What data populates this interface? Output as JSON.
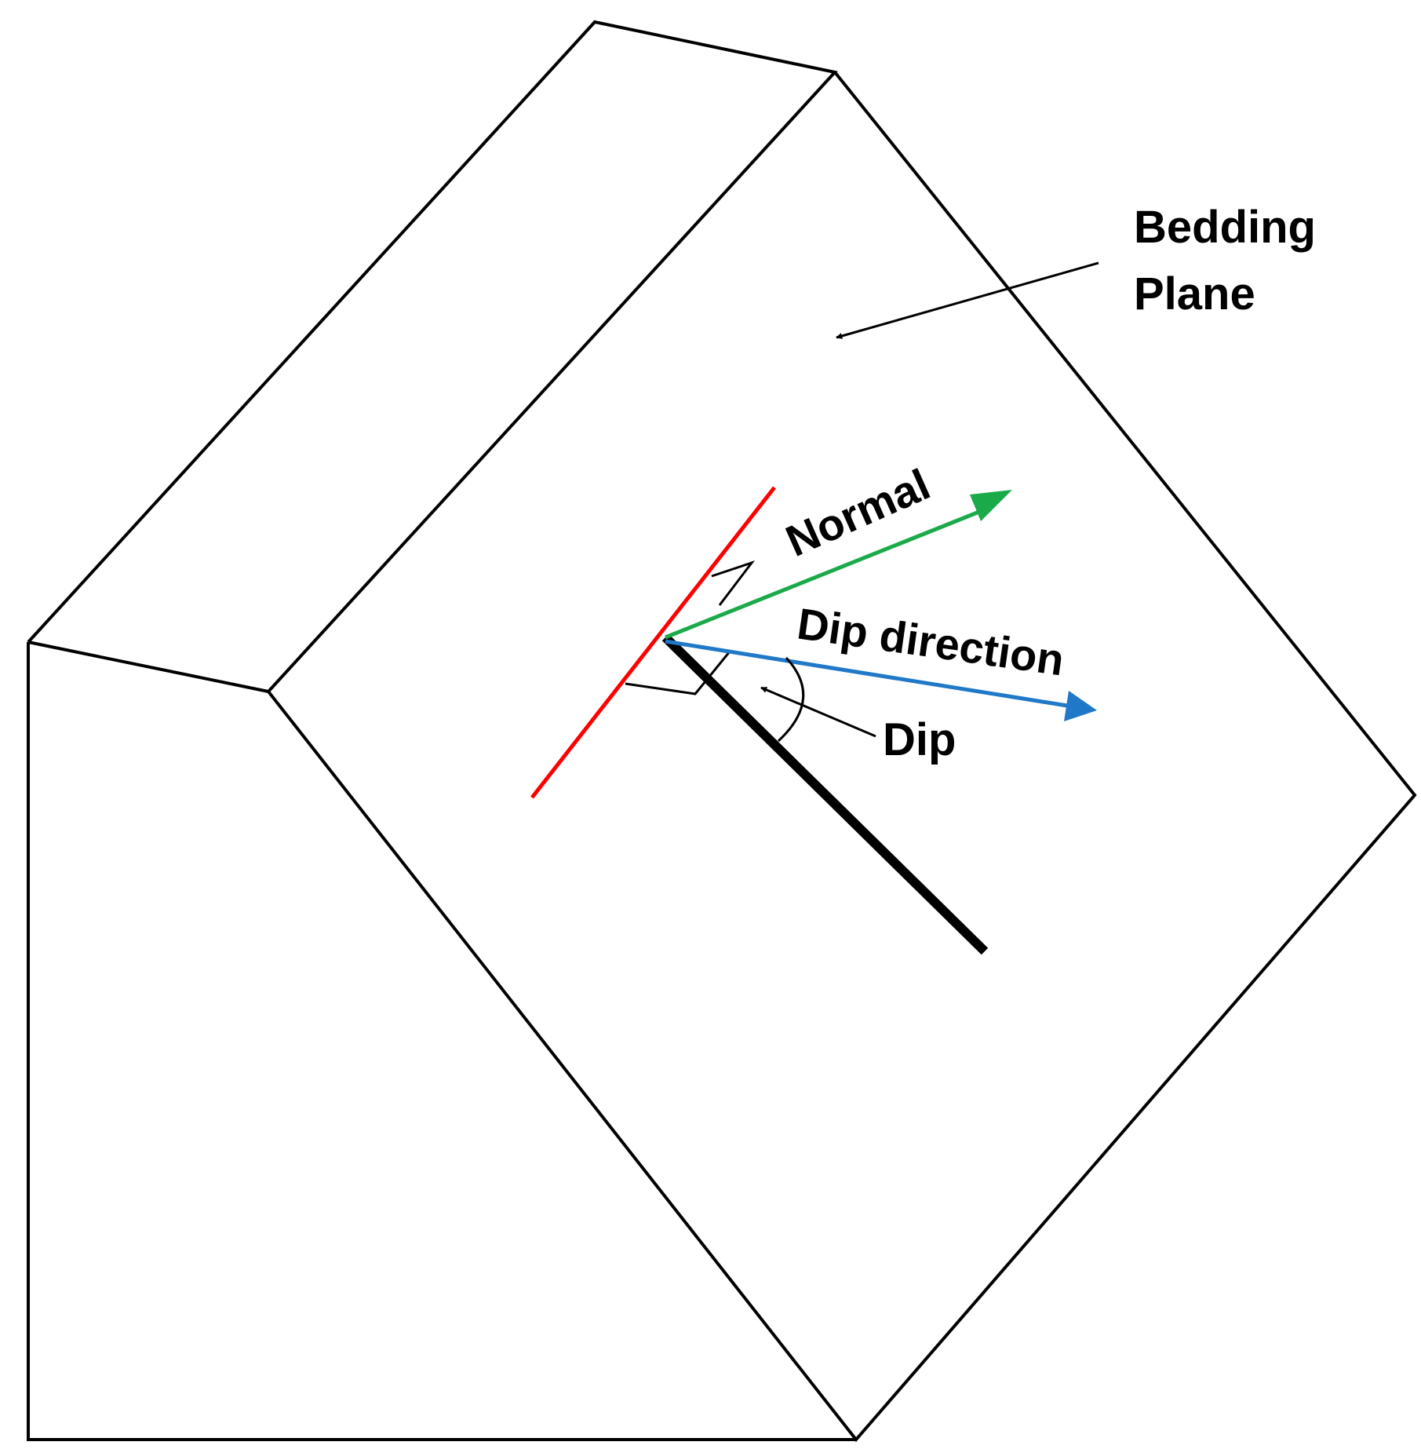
{
  "labels": {
    "bedding_plane_line1": "Bedding",
    "bedding_plane_line2": "Plane",
    "normal": "Normal",
    "dip_direction": "Dip direction",
    "dip": "Dip"
  },
  "colors": {
    "strike_line": "#ff0000",
    "normal_arrow": "#1aaa4a",
    "dip_direction_arrow": "#1f78c8",
    "dip_line": "#000000",
    "outline": "#000000",
    "background": "#ffffff"
  }
}
